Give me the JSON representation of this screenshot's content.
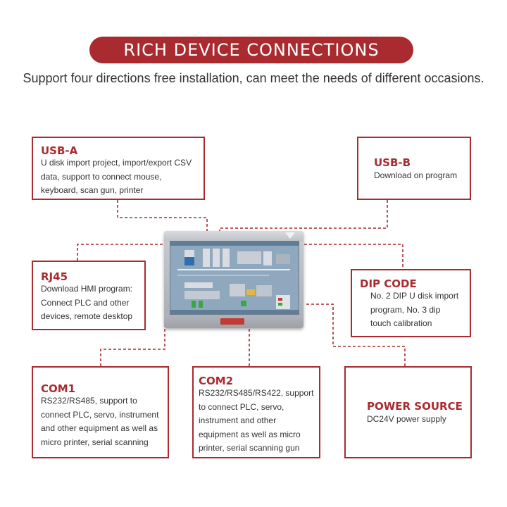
{
  "header": {
    "title": "RICH DEVICE CONNECTIONS",
    "subtitle": "Support four directions free installation, can meet the needs of different occasions."
  },
  "connections": {
    "usb_a": {
      "title": "USB-A",
      "lines": [
        "U disk import project, import/export CSV",
        "data, support to connect mouse,",
        "keyboard, scan gun, printer"
      ]
    },
    "usb_b": {
      "title": "USB-B",
      "lines": [
        "Download on program"
      ]
    },
    "rj45": {
      "title": "RJ45",
      "lines": [
        "Download HMI program:",
        "Connect PLC and other",
        "devices, remote desktop"
      ]
    },
    "dip_code": {
      "title": "DIP CODE",
      "lines": [
        "No. 2 DIP U disk import",
        "program, No. 3 dip",
        "touch calibration"
      ]
    },
    "com1": {
      "title": "COM1",
      "lines": [
        "RS232/RS485, support to",
        "connect PLC, servo, instrument",
        "and other equipment as well as",
        "micro printer, serial scanning"
      ]
    },
    "com2": {
      "title": "COM2",
      "lines": [
        "RS232/RS485/RS422, support",
        "to connect PLC, servo,",
        "instrument and other",
        "equipment as well as micro",
        "printer, serial scanning gun"
      ]
    },
    "power": {
      "title": "POWER SOURCE",
      "lines": [
        "DC24V power supply"
      ]
    }
  },
  "colors": {
    "accent": "#a92b2f",
    "text": "#333333"
  },
  "device": {
    "image": "hmi-touch-panel"
  }
}
